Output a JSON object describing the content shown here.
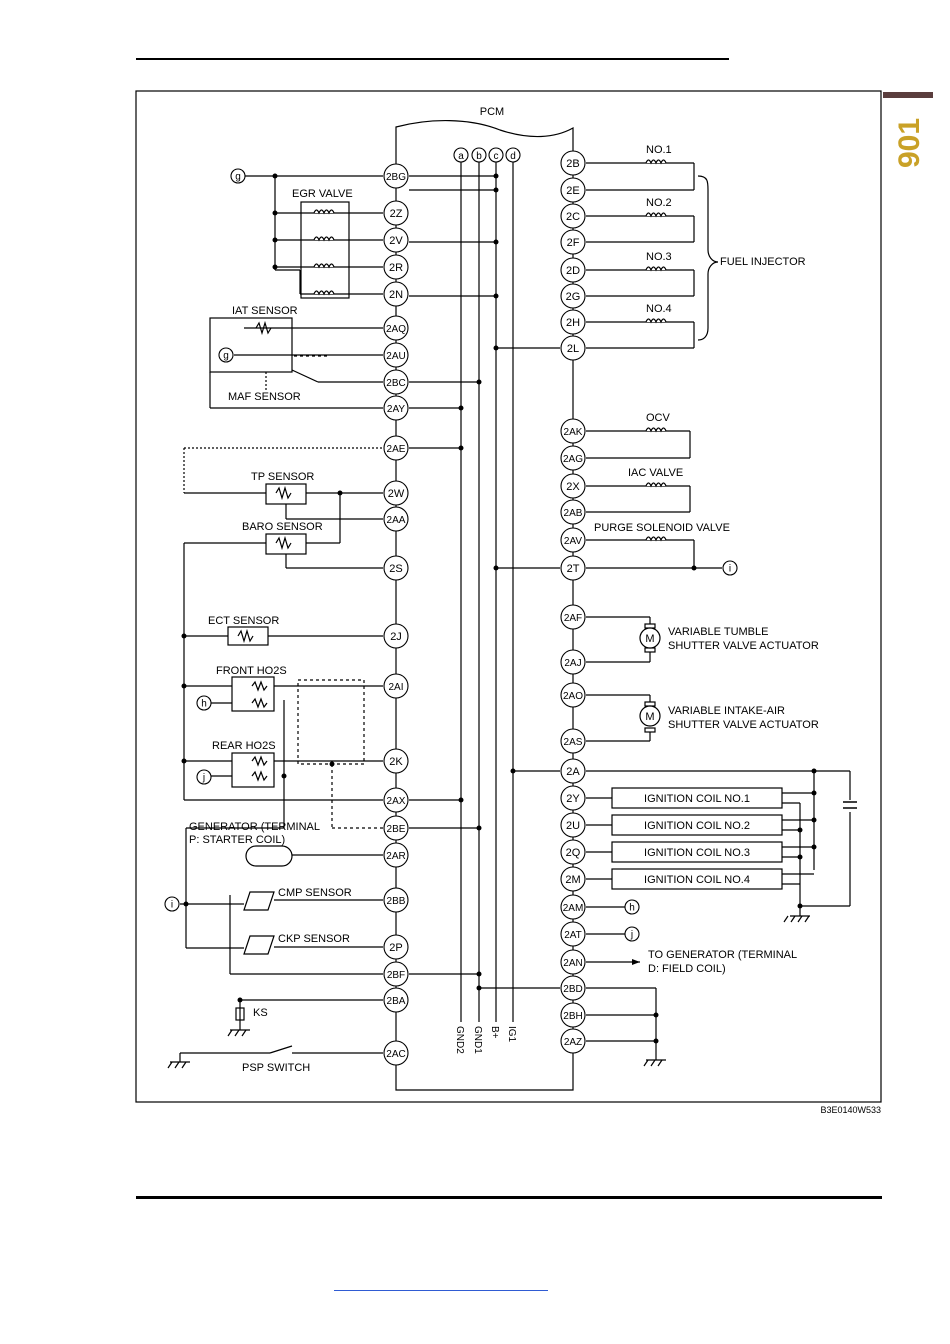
{
  "page": {
    "number": "901",
    "figure_code": "B3E0140W533"
  },
  "diagram": {
    "pcm_label": "PCM",
    "buses": [
      {
        "id": "a",
        "name": "GND2"
      },
      {
        "id": "b",
        "name": "GND1"
      },
      {
        "id": "c",
        "name": "B+"
      },
      {
        "id": "d",
        "name": "IG1"
      }
    ],
    "left_pins": [
      "2BG",
      "2Z",
      "2V",
      "2R",
      "2N",
      "2AQ",
      "2AU",
      "2BC",
      "2AY",
      "2AE",
      "2W",
      "2AA",
      "2S",
      "2J",
      "2AI",
      "2K",
      "2AX",
      "2BE",
      "2AR",
      "2BB",
      "2P",
      "2BF",
      "2BA",
      "2AC"
    ],
    "right_pins": [
      "2B",
      "2E",
      "2C",
      "2F",
      "2D",
      "2G",
      "2H",
      "2L",
      "2AK",
      "2AG",
      "2X",
      "2AB",
      "2AV",
      "2T",
      "2AF",
      "2AJ",
      "2AO",
      "2AS",
      "2A",
      "2Y",
      "2U",
      "2Q",
      "2M",
      "2AM",
      "2AT",
      "2AN",
      "2BD",
      "2BH",
      "2AZ"
    ],
    "left_components": {
      "egr": "EGR VALVE",
      "iat": "IAT SENSOR",
      "maf": "MAF SENSOR",
      "tp": "TP SENSOR",
      "baro": "BARO SENSOR",
      "ect": "ECT SENSOR",
      "front_ho2s": "FRONT HO2S",
      "rear_ho2s": "REAR HO2S",
      "generator_1": "GENERATOR (TERMINAL",
      "generator_2": "P: STARTER COIL)",
      "cmp": "CMP SENSOR",
      "ckp": "CKP SENSOR",
      "ks": "KS",
      "psp": "PSP SWITCH"
    },
    "right_components": {
      "no1": "NO.1",
      "no2": "NO.2",
      "no3": "NO.3",
      "no4": "NO.4",
      "fuel_injector": "FUEL INJECTOR",
      "ocv": "OCV",
      "iac": "IAC VALVE",
      "purge": "PURGE SOLENOID VALVE",
      "tumble_1": "VARIABLE TUMBLE",
      "tumble_2": "SHUTTER VALVE ACTUATOR",
      "intake_1": "VARIABLE INTAKE-AIR",
      "intake_2": "SHUTTER VALVE ACTUATOR",
      "coil1": "IGNITION COIL NO.1",
      "coil2": "IGNITION COIL NO.2",
      "coil3": "IGNITION COIL NO.3",
      "coil4": "IGNITION COIL NO.4",
      "to_gen_1": "TO GENERATOR (TERMINAL",
      "to_gen_2": "D: FIELD COIL)"
    },
    "connector_tags": [
      "g",
      "g",
      "h",
      "j",
      "i",
      "i",
      "h",
      "j"
    ],
    "motor_symbol": "M"
  }
}
